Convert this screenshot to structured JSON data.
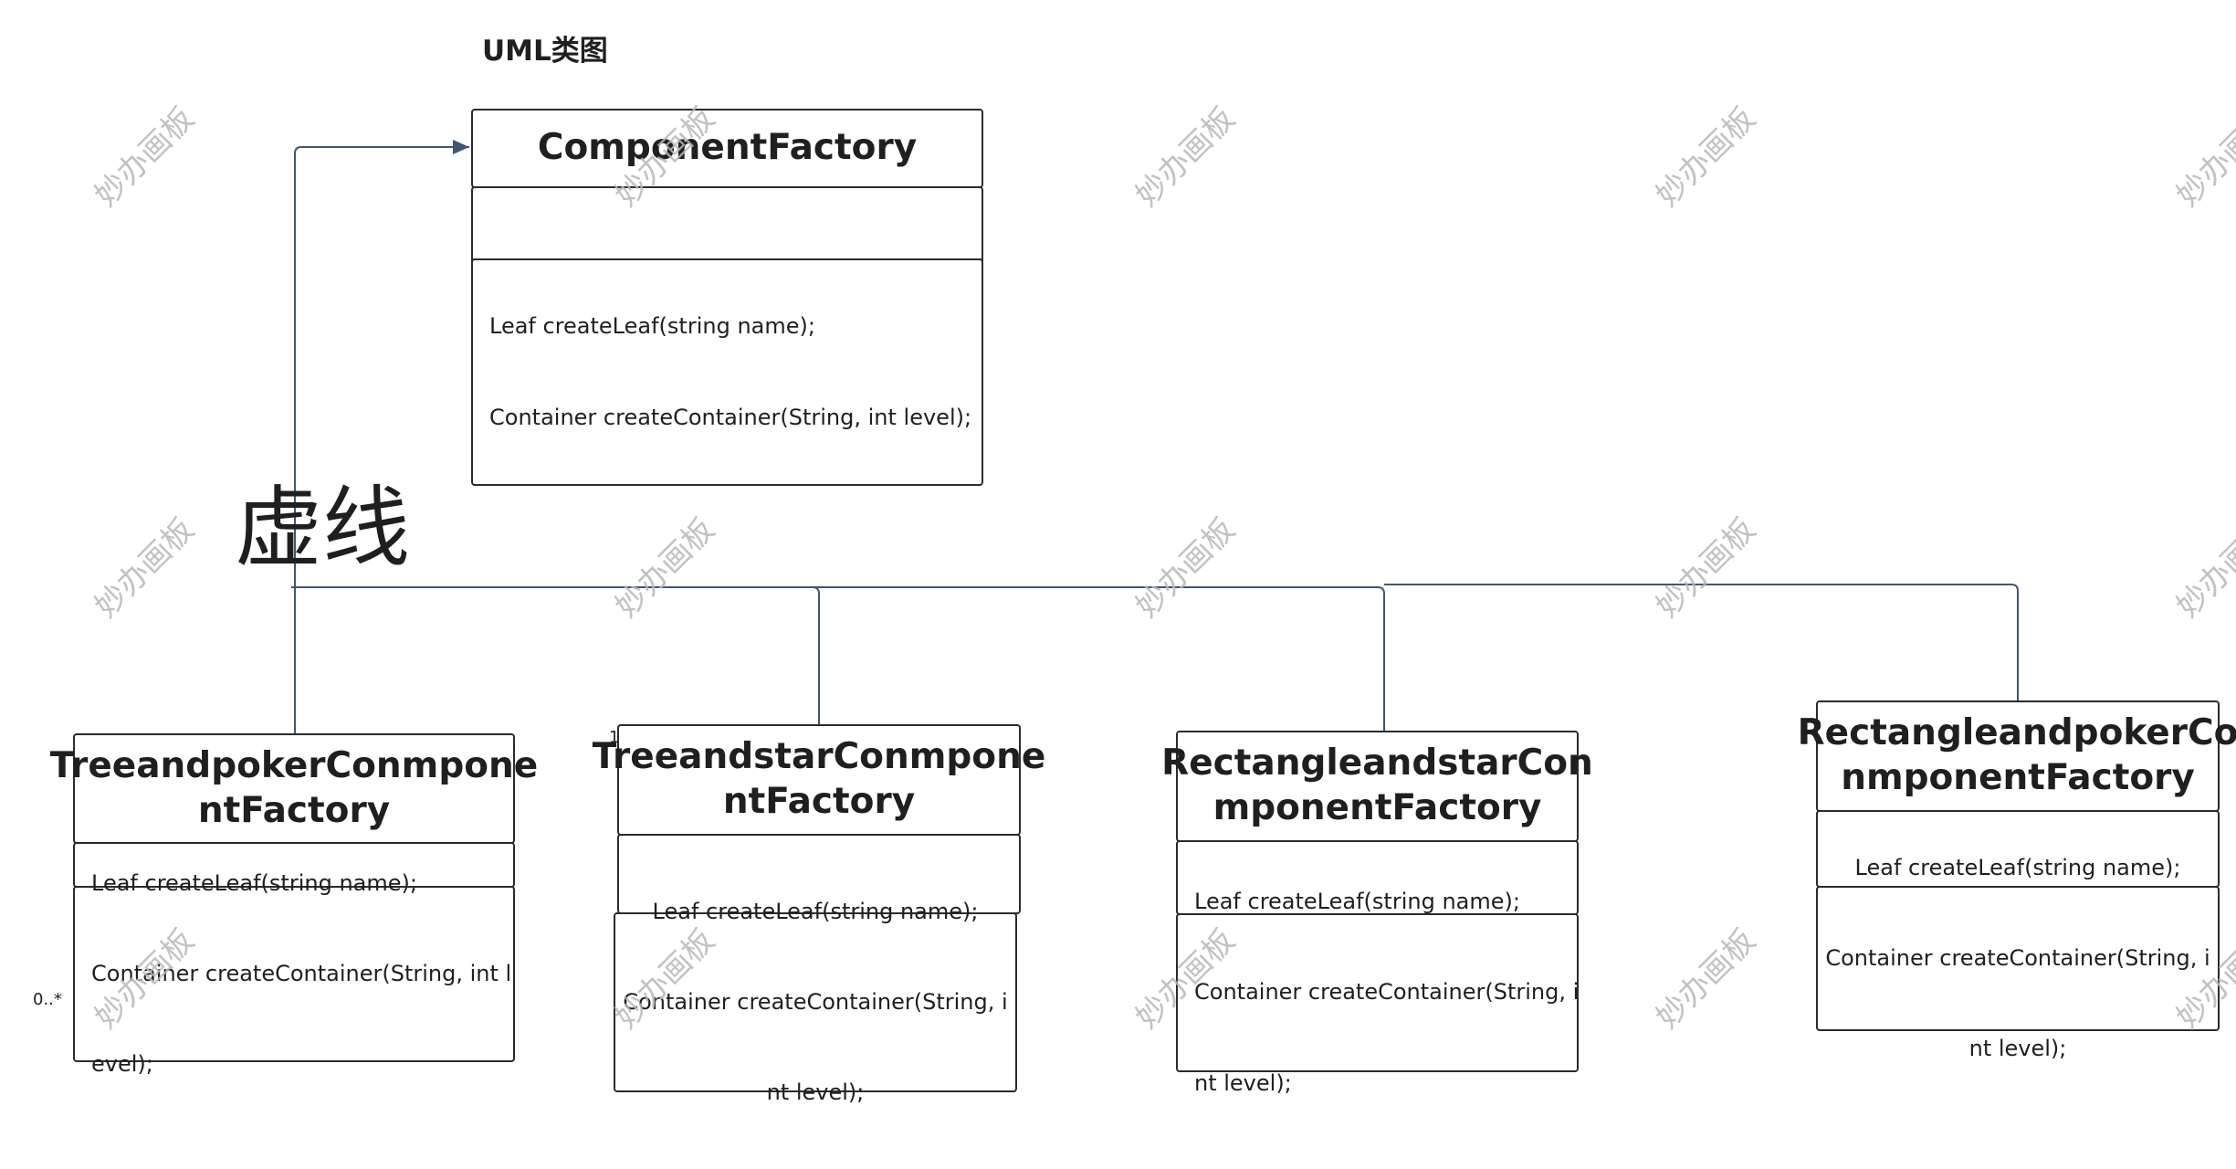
{
  "title": "UML类图",
  "annotation": "虚线",
  "watermark": "妙办画板",
  "colors": {
    "connector": "#3f5573",
    "border": "#2b2b2b",
    "text": "#1f1f1f",
    "watermark": "#b8b8b8"
  },
  "classes": {
    "componentFactory": {
      "name": "ComponentFactory",
      "operations": [
        "Leaf createLeaf(string name);",
        "Container createContainer(String, int level);"
      ]
    },
    "treePoker": {
      "name_lines": [
        "TreeandpokerConmpone",
        "ntFactory"
      ],
      "operations": [
        "Leaf createLeaf(string name);",
        "Container createContainer(String, int l",
        "evel);"
      ]
    },
    "treeStar": {
      "name_lines": [
        "TreeandstarConmpone",
        "ntFactory"
      ],
      "operations": [
        "Leaf createLeaf(string name);",
        "Container createContainer(String, i",
        "nt level);"
      ]
    },
    "rectStar": {
      "name_lines": [
        "RectangleandstarCon",
        "mponentFactory"
      ],
      "operations": [
        "Leaf createLeaf(string name);",
        "Container createContainer(String, i",
        "nt level);"
      ]
    },
    "rectPoker": {
      "name_lines": [
        "RectangleandpokerCo",
        "nmponentFactory"
      ],
      "operations": [
        "Leaf createLeaf(string name);",
        "Container createContainer(String, i",
        "nt level);"
      ]
    }
  },
  "multiplicities": {
    "left": "0..*",
    "top": "1"
  }
}
